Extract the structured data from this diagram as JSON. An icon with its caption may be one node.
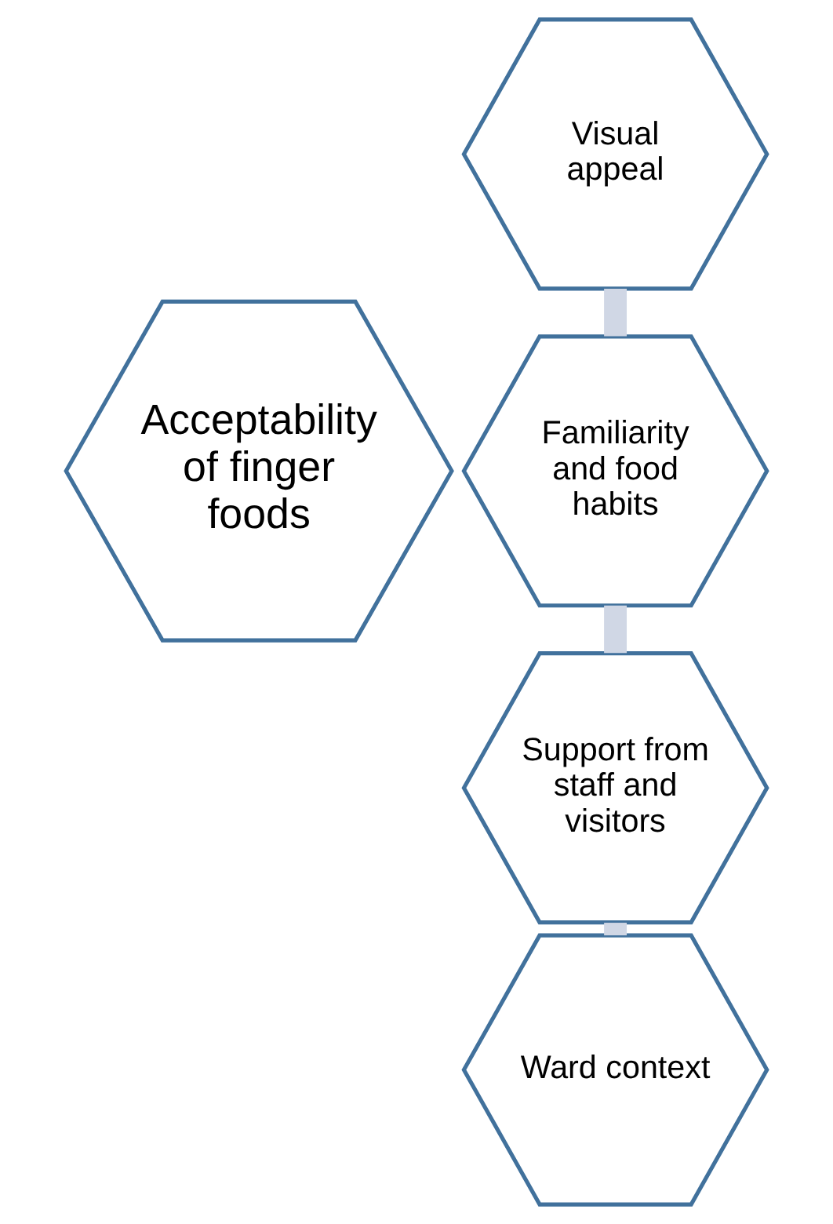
{
  "diagram": {
    "nodes": [
      {
        "text": [
          "Visual appeal"
        ]
      },
      {
        "text": [
          "Familiarity and food habits"
        ]
      },
      {
        "text": [
          "Acceptability of finger foods"
        ]
      },
      {
        "text": [
          "Support from staff and visitors"
        ]
      },
      {
        "text": [
          "Ward context"
        ]
      }
    ],
    "edges": [
      {
        "from": 0,
        "to": 1,
        "arrow": "none"
      },
      {
        "from": 1,
        "to": 3,
        "arrow": "none"
      },
      {
        "from": 3,
        "to": 4,
        "arrow": "none"
      }
    ]
  }
}
